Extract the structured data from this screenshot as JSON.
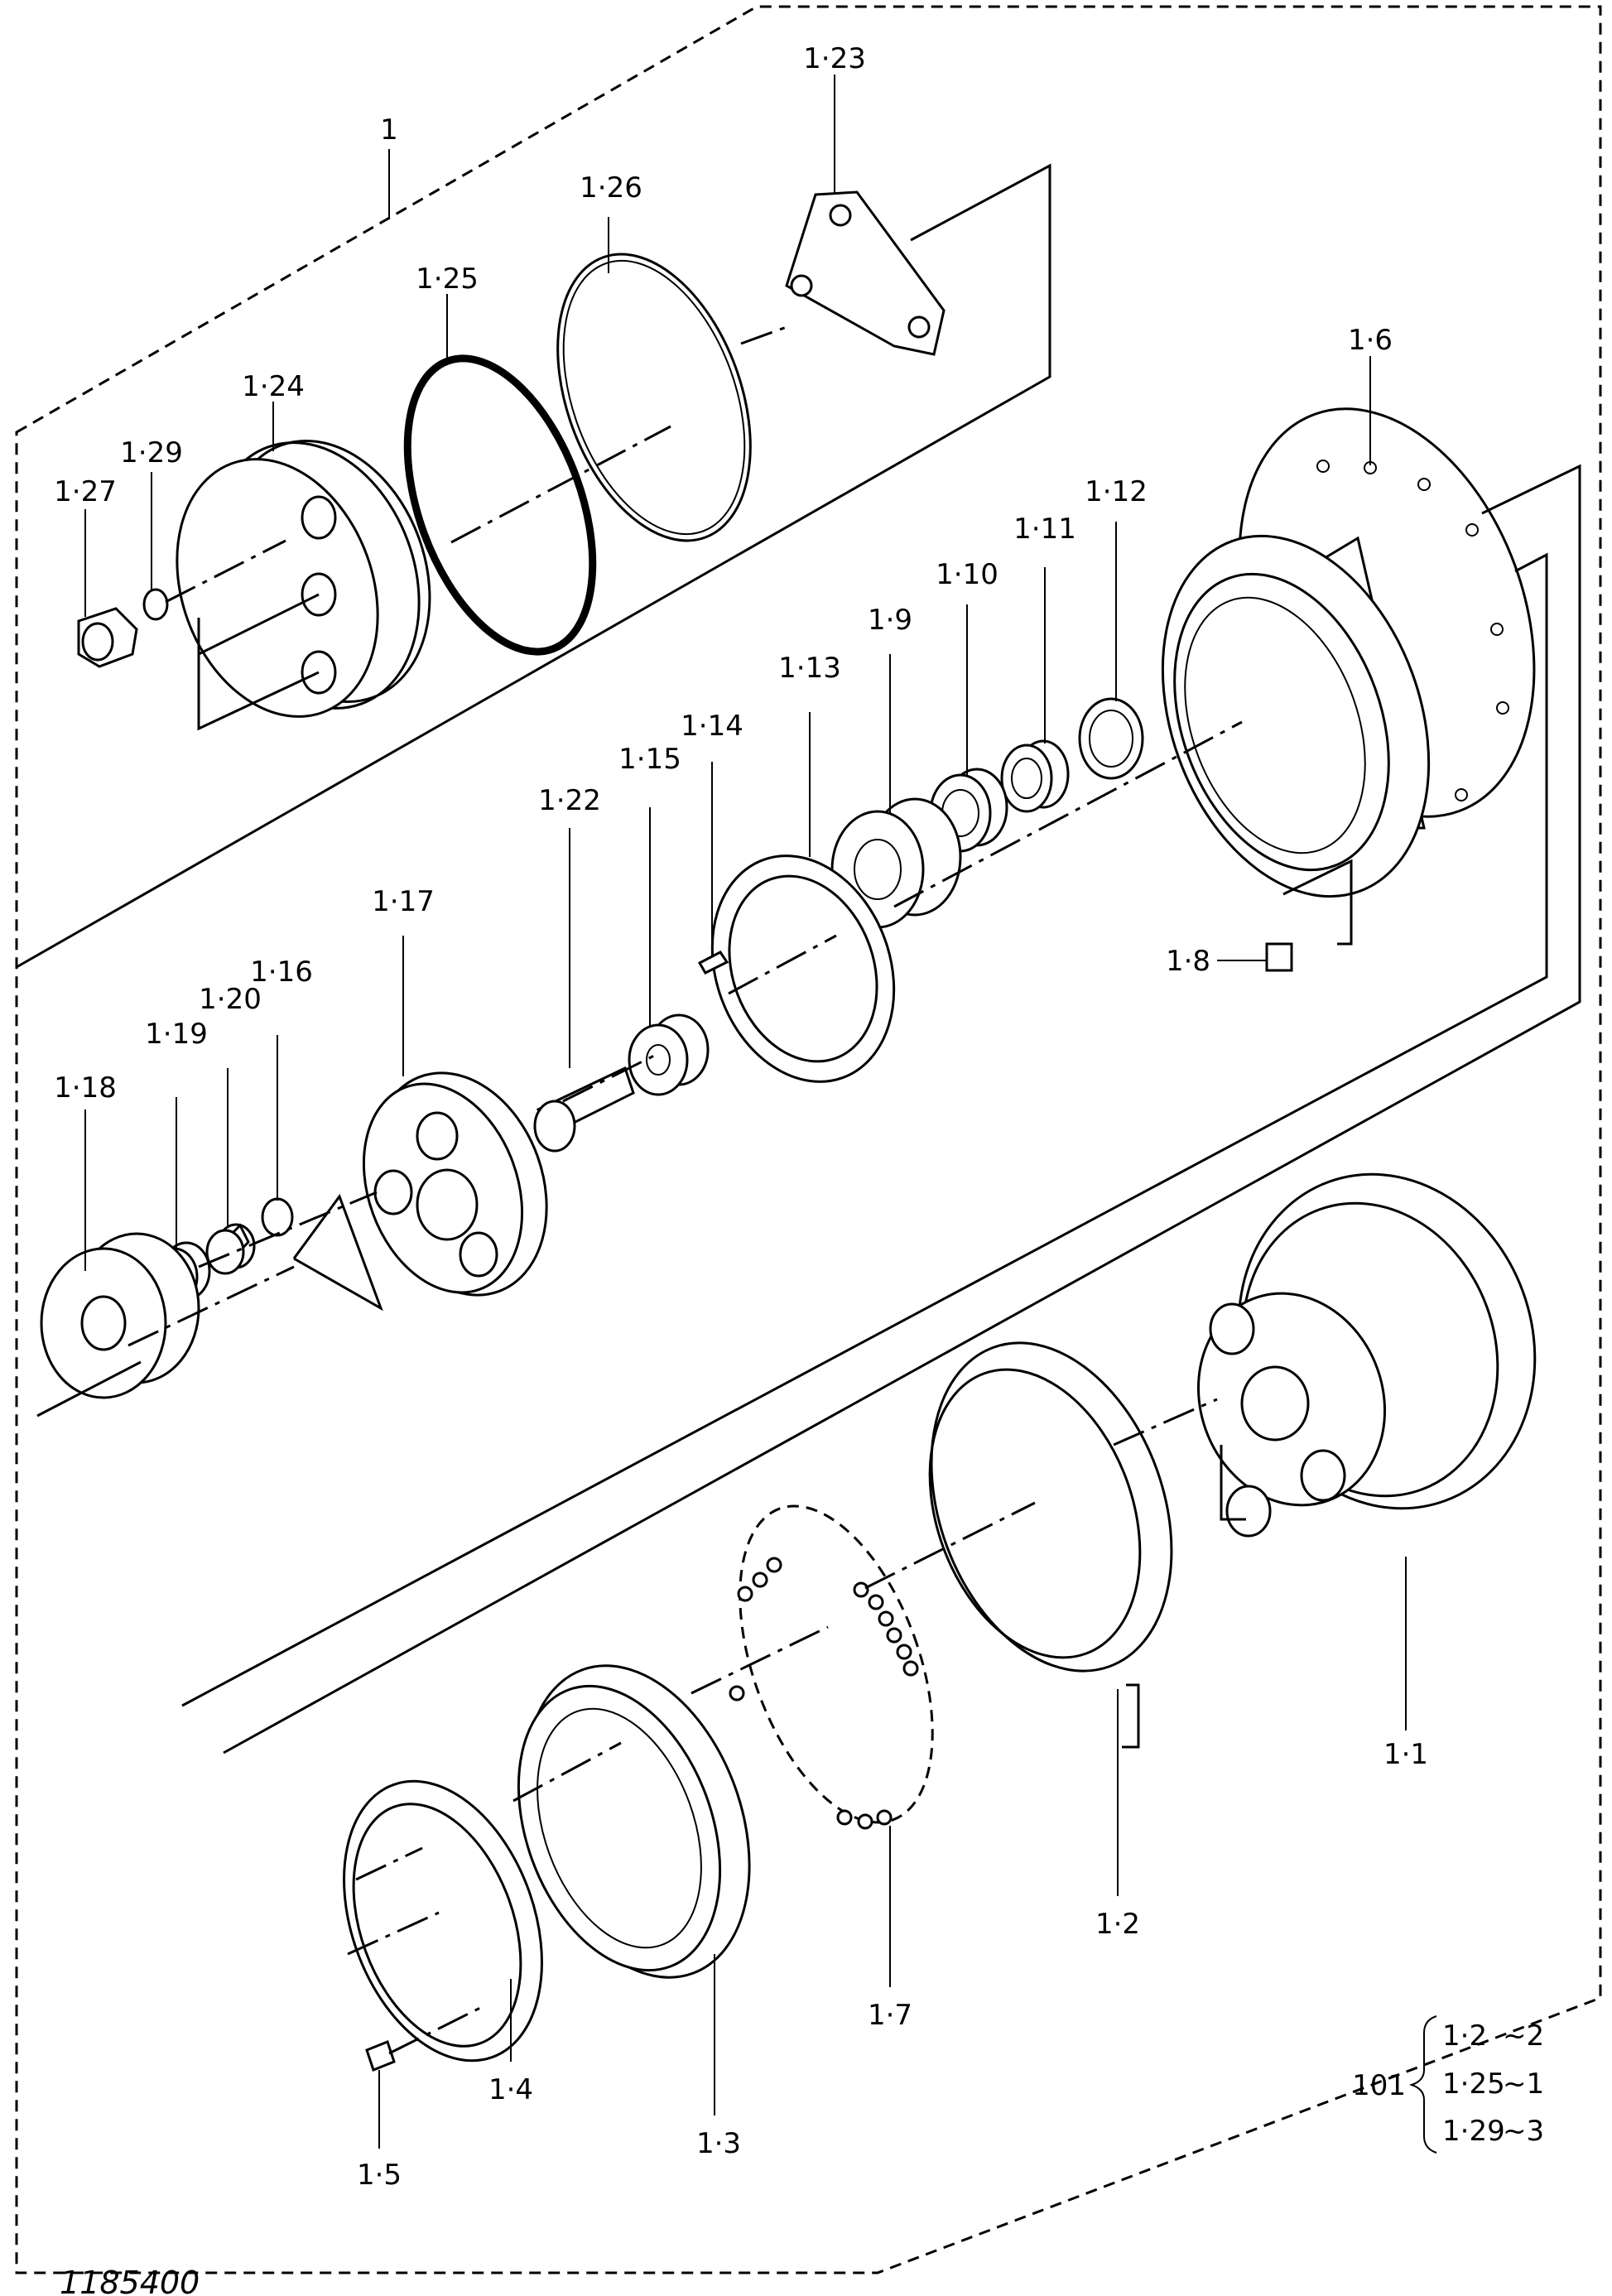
{
  "drawing_number": "1185400",
  "labels": {
    "p1": "1",
    "p1_1": "1·1",
    "p1_2": "1·2",
    "p1_3": "1·3",
    "p1_4": "1·4",
    "p1_5": "1·5",
    "p1_6": "1·6",
    "p1_7": "1·7",
    "p1_8": "1·8",
    "p1_9": "1·9",
    "p1_10": "1·10",
    "p1_11": "1·11",
    "p1_12": "1·12",
    "p1_13": "1·13",
    "p1_14": "1·14",
    "p1_15": "1·15",
    "p1_16": "1·16",
    "p1_17": "1·17",
    "p1_18": "1·18",
    "p1_19": "1·19",
    "p1_20": "1·20",
    "p1_22": "1·22",
    "p1_23": "1·23",
    "p1_24": "1·24",
    "p1_25": "1·25",
    "p1_26": "1·26",
    "p1_27": "1·27",
    "p1_29": "1·29"
  },
  "kit": {
    "number": "101",
    "rows": [
      {
        "part": "1·2",
        "qty": "~2"
      },
      {
        "part": "1·25",
        "qty": "~1"
      },
      {
        "part": "1·29",
        "qty": "~3"
      }
    ]
  }
}
